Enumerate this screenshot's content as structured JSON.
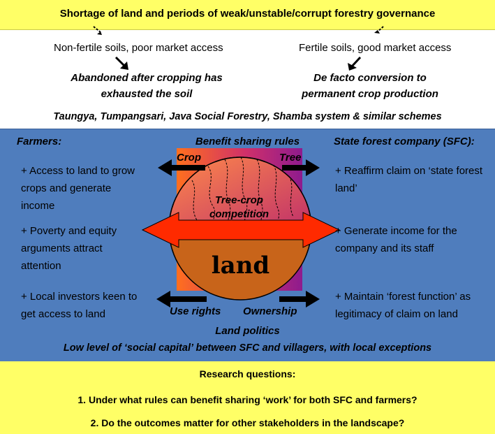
{
  "top": {
    "title": "Shortage of land and periods of weak/unstable/corrupt forestry governance",
    "left_condition": "Non-fertile soils, poor market access",
    "right_condition": "Fertile soils, good market access",
    "left_outcome_line1": "Abandoned after cropping has",
    "left_outcome_line2": "exhausted the soil",
    "right_outcome_line1": "De facto conversion to",
    "right_outcome_line2": "permanent crop production",
    "schemes": "Taungya, Tumpangsari, Java Social Forestry, Shamba system &  similar schemes"
  },
  "middle": {
    "farmers_heading": "Farmers:",
    "farmers_points": [
      [
        "+ Access to land to grow",
        "crops and generate",
        "income"
      ],
      [
        "+ Poverty and equity",
        "arguments attract",
        "attention"
      ],
      [
        "+ Local investors keen to",
        "get access to land"
      ]
    ],
    "sfc_heading": "State forest company (SFC):",
    "sfc_points": [
      [
        "+ Reaffirm claim on ‘state forest",
        "land’"
      ],
      [
        "+ Generate income for the",
        "company and its staff"
      ],
      [
        "+ Maintain ‘forest function’ as",
        "legitimacy of claim on land"
      ]
    ],
    "benefit_sharing": "Benefit sharing rules",
    "crop_label": "Crop",
    "tree_label": "Tree",
    "competition_line1": "Tree-crop",
    "competition_line2": "competition",
    "land_label": "land",
    "use_rights_label": "Use rights",
    "ownership_label": "Ownership",
    "land_politics": "Land politics",
    "social_capital": "Low level of ‘social capital’ between SFC and villagers, with local exceptions"
  },
  "bottom": {
    "heading": "Research questions:",
    "q1": "1.   Under what rules can benefit sharing  ‘work’ for both SFC and farmers?",
    "q2": "2.   Do the outcomes matter for other stakeholders in the landscape?"
  },
  "colors": {
    "yellow": "#ffff66",
    "blue_panel": "#4f7dbd",
    "arrow_red": "#ff2a00",
    "land_brown": "#c8641a",
    "gradient_orange": "#ff6f1e",
    "gradient_purple": "#8e1b8e"
  }
}
